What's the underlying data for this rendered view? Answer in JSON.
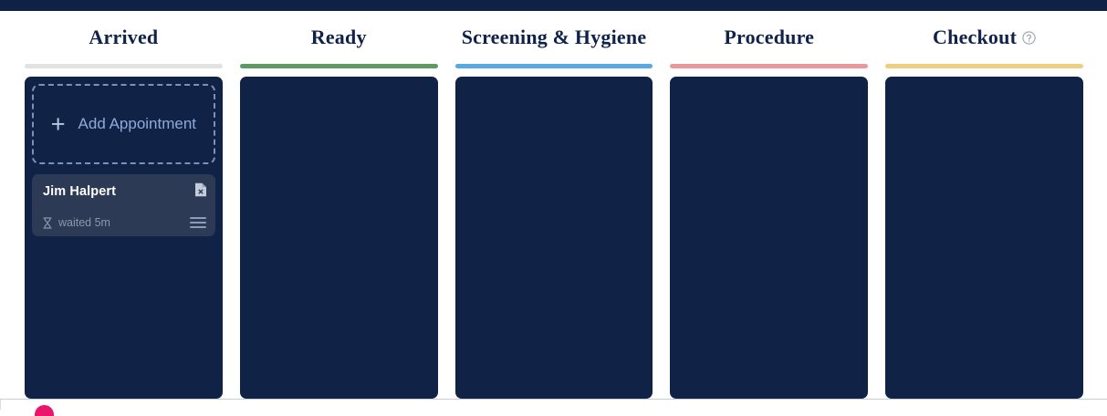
{
  "theme": {
    "topbar_bg": "#0f2146",
    "column_bg": "#102246",
    "card_bg": "#2c3a55",
    "page_bg": "#ffffff",
    "title_color": "#10224a",
    "accent_pink": "#e8156b"
  },
  "board": {
    "columns": [
      {
        "title": "Arrived",
        "rule_color": "#e2e2e2",
        "has_help_icon": false,
        "add_button": {
          "label": "Add Appointment",
          "icon": "plus-icon"
        },
        "cards": [
          {
            "name": "Jim Halpert",
            "wait_label": "waited 5m",
            "wait_icon": "hourglass-icon",
            "doc_icon": "document-x-icon",
            "drag_icon": "drag-handle-icon"
          }
        ]
      },
      {
        "title": "Ready",
        "rule_color": "#5d9b63",
        "has_help_icon": false,
        "cards": []
      },
      {
        "title": "Screening & Hygiene",
        "rule_color": "#57a9e2",
        "has_help_icon": false,
        "cards": []
      },
      {
        "title": "Procedure",
        "rule_color": "#e8999b",
        "has_help_icon": false,
        "cards": []
      },
      {
        "title": "Checkout",
        "rule_color": "#eecf7f",
        "has_help_icon": true,
        "help_icon": "help-circle-icon",
        "cards": []
      }
    ]
  },
  "footer": {
    "fab_icon": "floating-action-button"
  }
}
